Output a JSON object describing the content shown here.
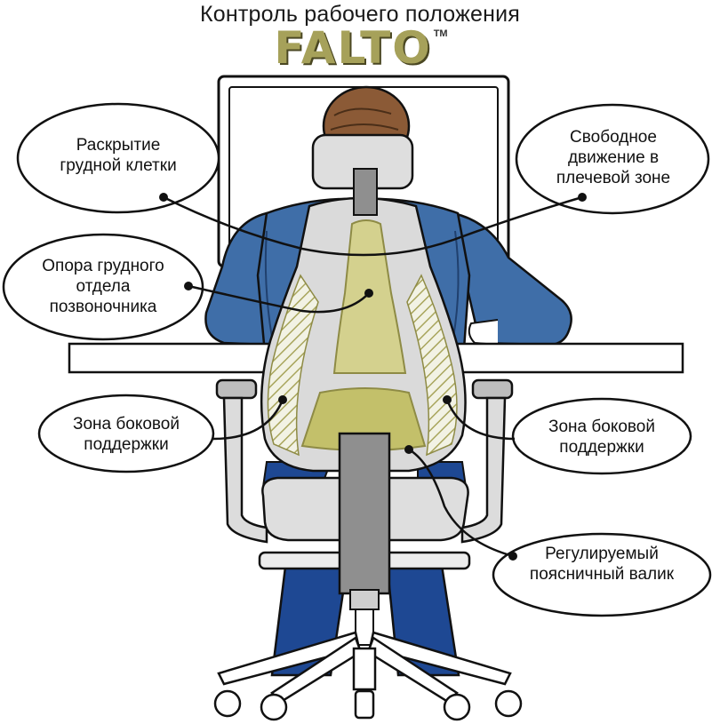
{
  "title": "Контроль рабочего положения",
  "brand": {
    "name": "FALTO",
    "trademark": "TM"
  },
  "colors": {
    "shirt": "#3f6ea8",
    "pants": "#1e4893",
    "hair": "#8b5a36",
    "chair_frame": "#d9d9d9",
    "backrest_accent": "#c9c97a",
    "lumbar": "#c3c06a",
    "outline": "#111111"
  },
  "callouts": {
    "chest": "Раскрытие грудной клетки",
    "shoulders": "Свободное движение в плечевой зоне",
    "thoracic": "Опора грудного отдела позвоночника",
    "side_left": "Зона боковой поддержки",
    "side_right": "Зона боковой поддержки",
    "lumbar": "Регулируемый поясничный валик"
  }
}
